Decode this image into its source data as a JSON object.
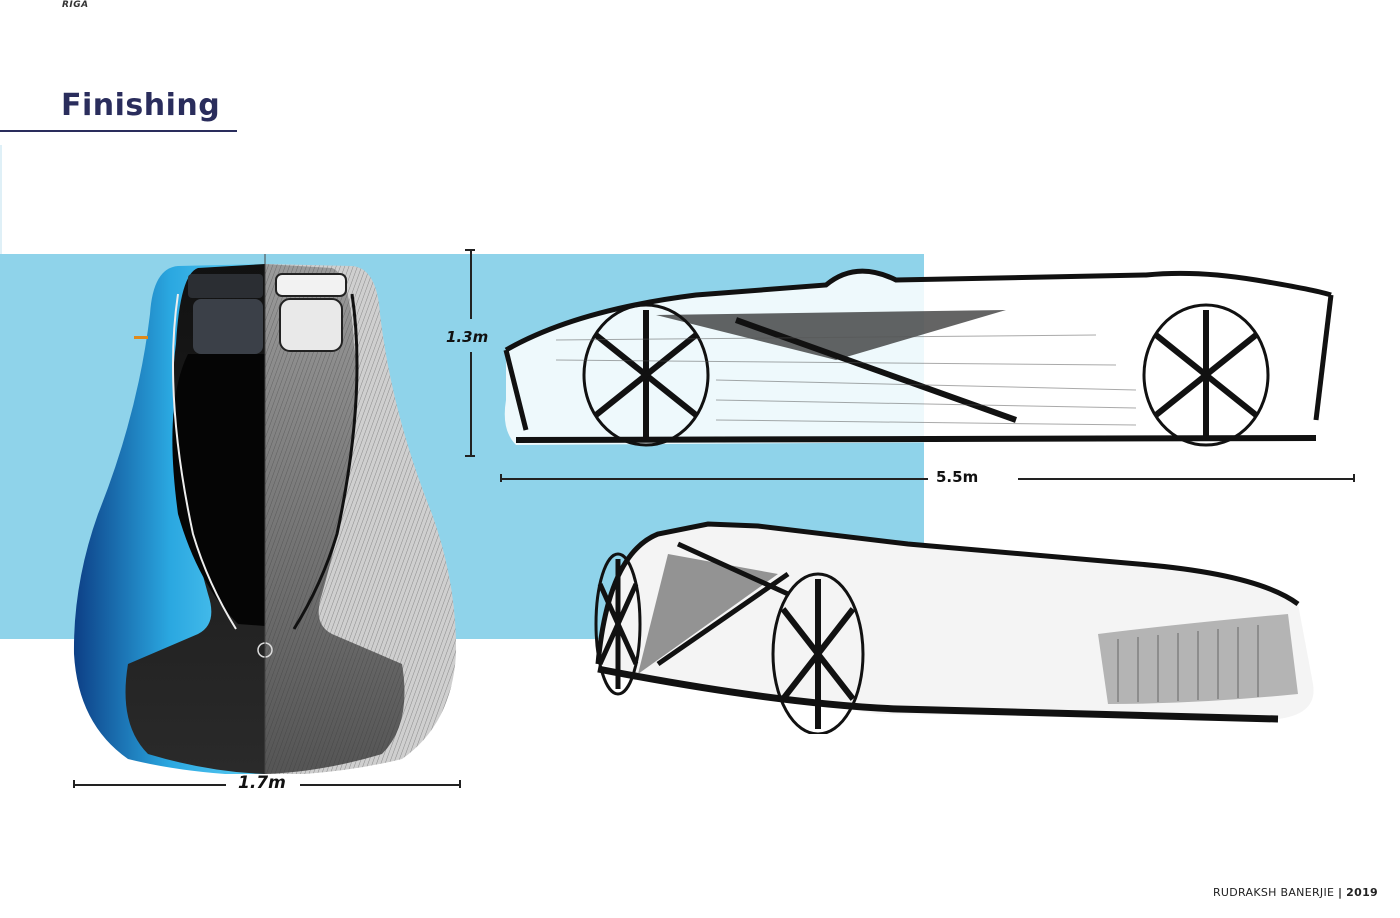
{
  "header": {
    "brand": "RIGA",
    "title": "Finishing"
  },
  "colors": {
    "title": "#2a2d5c",
    "panel_blue": "#8fd3ea",
    "car_blue": "#2aa7e0"
  },
  "views": {
    "front": {
      "label": "front-view-render",
      "width_dimension": "1.7m"
    },
    "side": {
      "label": "side-view-sketch",
      "height_dimension": "1.3m",
      "length_dimension": "5.5m"
    },
    "perspective": {
      "label": "three-quarter-view-sketch"
    }
  },
  "footer": {
    "author": "RUDRAKSH BANERJIE",
    "separator": "|",
    "year": "2019"
  }
}
